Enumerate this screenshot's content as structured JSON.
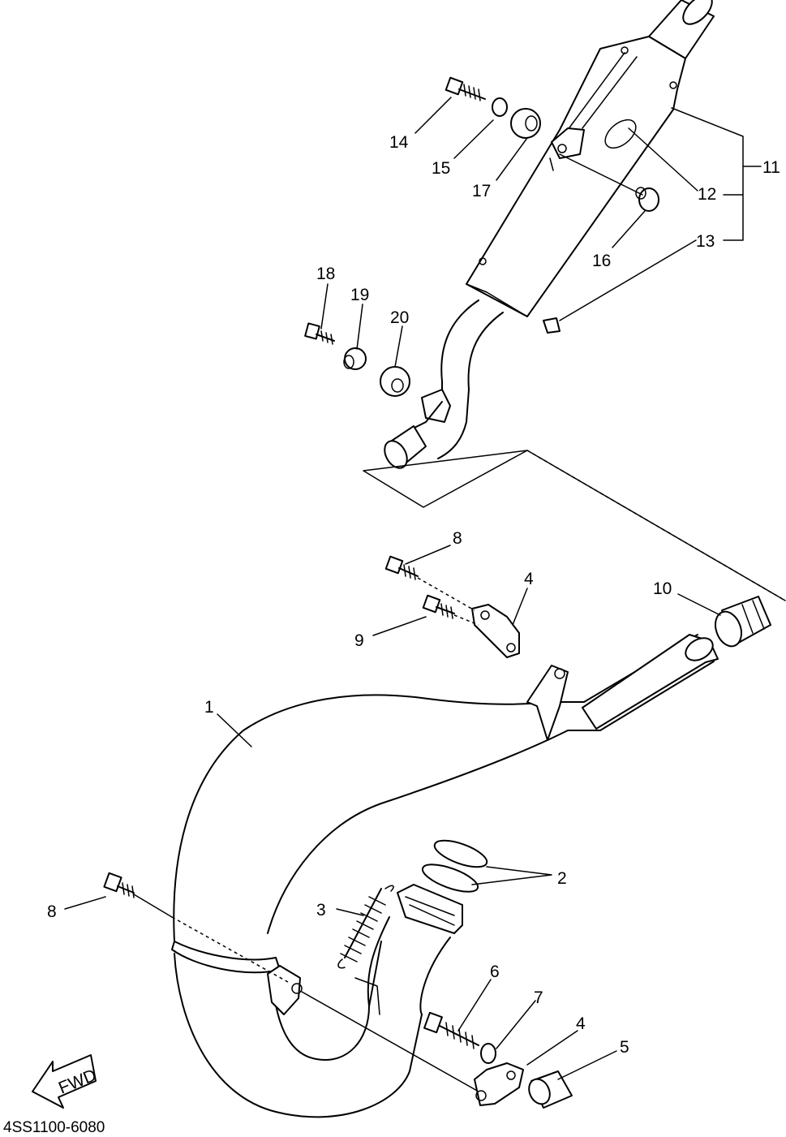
{
  "diagram": {
    "part_code": "4SS1100-6080",
    "fwd_marker": "FWD",
    "callouts": [
      {
        "id": "1",
        "label": "1"
      },
      {
        "id": "2",
        "label": "2"
      },
      {
        "id": "3",
        "label": "3"
      },
      {
        "id": "4a",
        "label": "4"
      },
      {
        "id": "4b",
        "label": "4"
      },
      {
        "id": "5",
        "label": "5"
      },
      {
        "id": "6",
        "label": "6"
      },
      {
        "id": "7",
        "label": "7"
      },
      {
        "id": "8a",
        "label": "8"
      },
      {
        "id": "8b",
        "label": "8"
      },
      {
        "id": "9",
        "label": "9"
      },
      {
        "id": "10",
        "label": "10"
      },
      {
        "id": "11",
        "label": "11"
      },
      {
        "id": "12",
        "label": "12"
      },
      {
        "id": "13",
        "label": "13"
      },
      {
        "id": "14",
        "label": "14"
      },
      {
        "id": "15",
        "label": "15"
      },
      {
        "id": "16",
        "label": "16"
      },
      {
        "id": "17",
        "label": "17"
      },
      {
        "id": "18",
        "label": "18"
      },
      {
        "id": "19",
        "label": "19"
      },
      {
        "id": "20",
        "label": "20"
      }
    ]
  }
}
